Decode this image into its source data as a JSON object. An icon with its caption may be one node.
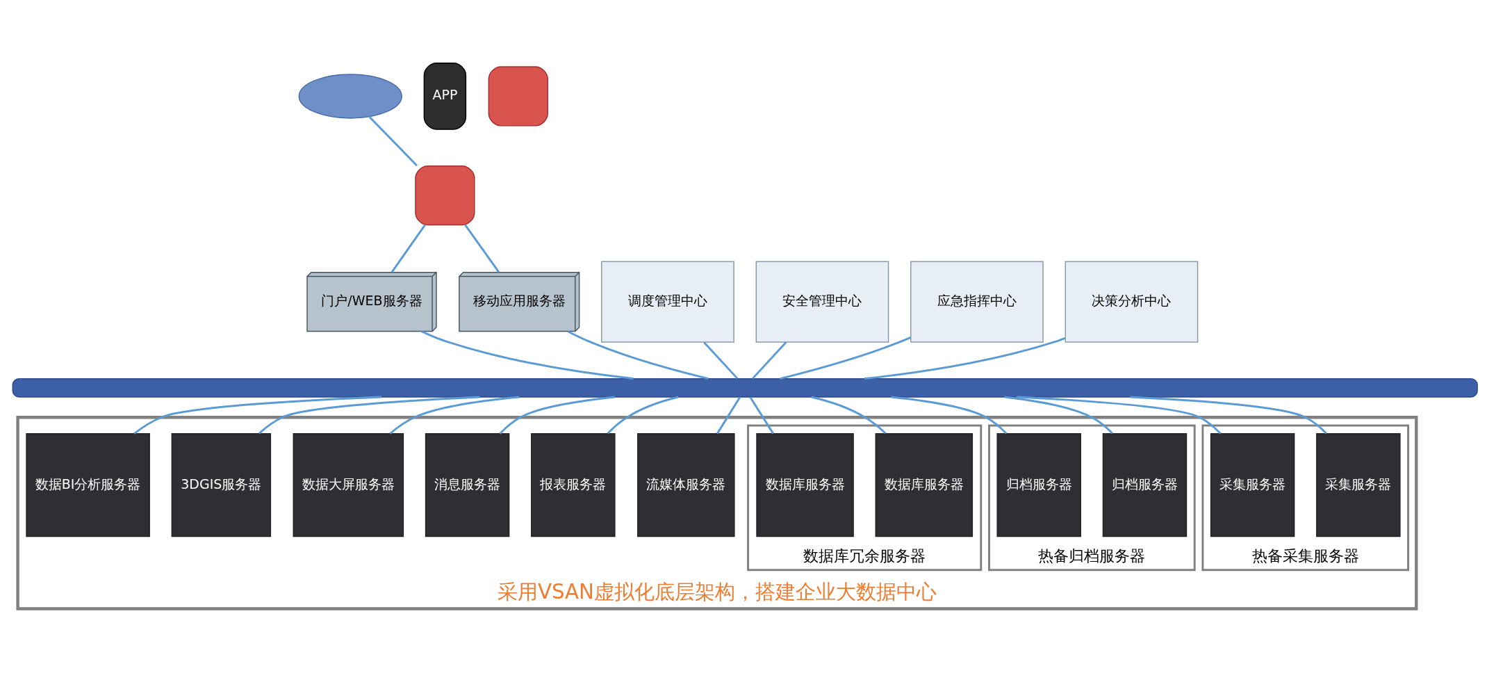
{
  "diagram": {
    "nodes": [
      {
        "text": [],
        "shape": "cloud"
      },
      {
        "text": [
          "APP"
        ]
      },
      {
        "text": [],
        "shape": "box"
      },
      {
        "text": [],
        "shape": "box"
      },
      {
        "text": [
          "门户/WEB服务器"
        ]
      },
      {
        "text": [
          "移动应用服务器"
        ]
      },
      {
        "text": [
          "调度管理中心"
        ]
      },
      {
        "text": [
          "安全管理中心"
        ]
      },
      {
        "text": [
          "应急指挥中心"
        ]
      },
      {
        "text": [
          "决策分析中心"
        ]
      },
      {
        "text": [],
        "shape": "bar"
      },
      {
        "text": [
          "采用VSAN虚拟化底层架构，搭建企业大数据中心"
        ]
      },
      {
        "text": [
          "热备采集服务器"
        ],
        "in": 11
      },
      {
        "text": [
          "采集服务器"
        ],
        "in": 12
      },
      {
        "text": [
          "采集服务器"
        ],
        "in": 12
      },
      {
        "text": [
          "热备归档服务器"
        ],
        "in": 11
      },
      {
        "text": [
          "归档服务器"
        ],
        "in": 15
      },
      {
        "text": [
          "归档服务器"
        ],
        "in": 15
      },
      {
        "text": [
          "数据库冗余服务器"
        ],
        "in": 11
      },
      {
        "text": [
          "数据库服务器"
        ],
        "in": 18
      },
      {
        "text": [
          "数据库服务器"
        ],
        "in": 18
      },
      {
        "text": [
          "流媒体服务器"
        ],
        "in": 11
      },
      {
        "text": [
          "报表服务器"
        ],
        "in": 11
      },
      {
        "text": [
          "消息服务器"
        ],
        "in": 11
      },
      {
        "text": [
          "数据大屏服务器"
        ],
        "in": 11
      },
      {
        "text": [
          "3DGIS服务器"
        ],
        "in": 11
      },
      {
        "text": [
          "数据BI分析服务器"
        ],
        "in": 11
      }
    ],
    "edges": [
      {
        "from": 0,
        "to": 3,
        "arrow": "none"
      },
      {
        "from": 3,
        "to": 4,
        "arrow": "none"
      },
      {
        "from": 3,
        "to": 5,
        "arrow": "none"
      },
      {
        "from": 4,
        "to": 10,
        "arrow": "none"
      },
      {
        "from": 5,
        "to": 10,
        "arrow": "none"
      },
      {
        "from": 6,
        "to": 10,
        "arrow": "none"
      },
      {
        "from": 7,
        "to": 10,
        "arrow": "none"
      },
      {
        "from": 8,
        "to": 10,
        "arrow": "none"
      },
      {
        "from": 9,
        "to": 10,
        "arrow": "none"
      },
      {
        "from": 10,
        "to": 13,
        "arrow": "none"
      },
      {
        "from": 10,
        "to": 14,
        "arrow": "none"
      },
      {
        "from": 10,
        "to": 16,
        "arrow": "none"
      },
      {
        "from": 10,
        "to": 17,
        "arrow": "none"
      },
      {
        "from": 10,
        "to": 19,
        "arrow": "none"
      },
      {
        "from": 10,
        "to": 20,
        "arrow": "none"
      },
      {
        "from": 10,
        "to": 21,
        "arrow": "none"
      },
      {
        "from": 10,
        "to": 22,
        "arrow": "none"
      },
      {
        "from": 10,
        "to": 23,
        "arrow": "none"
      },
      {
        "from": 10,
        "to": 24,
        "arrow": "none"
      },
      {
        "from": 10,
        "to": 25,
        "arrow": "none"
      },
      {
        "from": 10,
        "to": 26,
        "arrow": "none"
      }
    ]
  }
}
